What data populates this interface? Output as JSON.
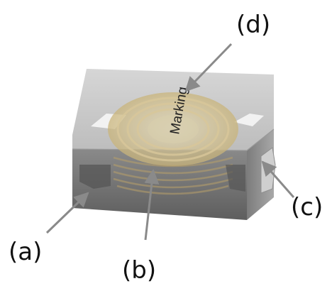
{
  "diagram": {
    "callouts": {
      "a": "(a)",
      "b": "(b)",
      "c": "(c)",
      "d": "(d)"
    },
    "marking_text": "Marking"
  },
  "colors": {
    "body_front": "#6f6f6f",
    "body_top": "#c4c4c4",
    "coil": "#c9b47a",
    "arrow": "#8a8a8a"
  }
}
